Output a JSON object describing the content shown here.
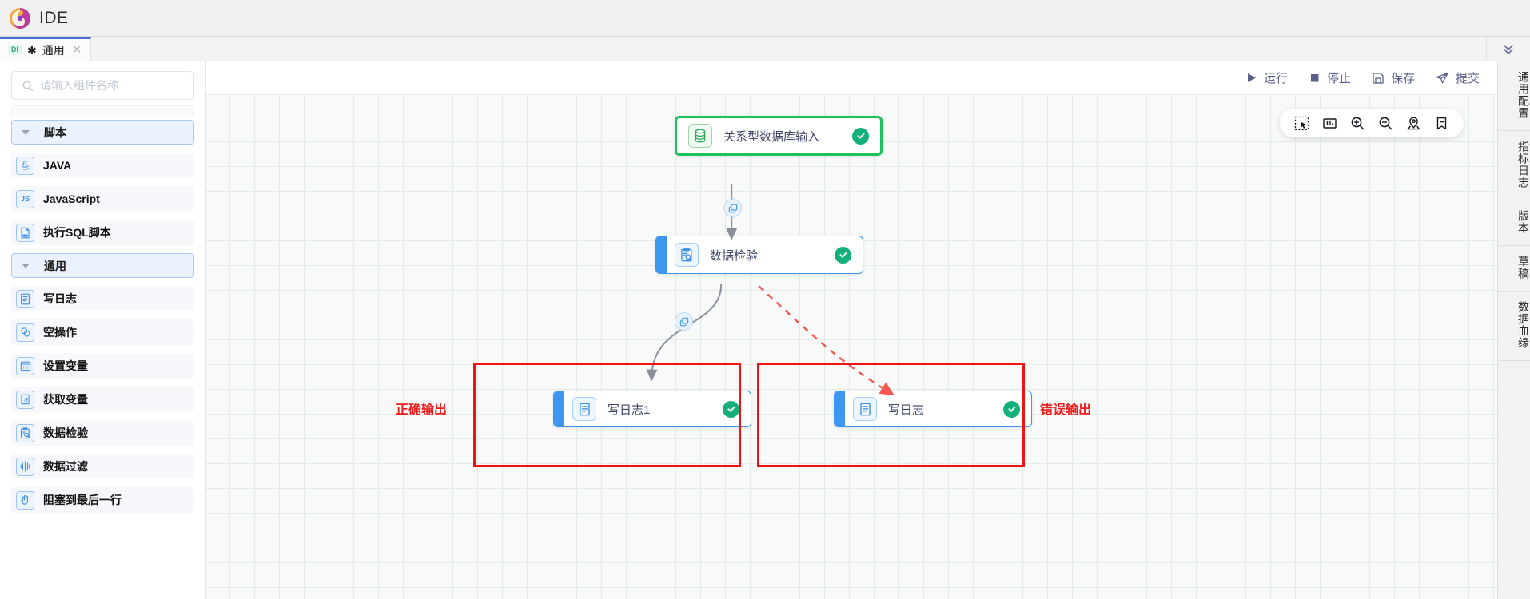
{
  "window": {
    "app_title": "IDE",
    "logo_icon": "swirl-logo-icon"
  },
  "tabbar": {
    "tabs": [
      {
        "badge": "DI",
        "modified_marker": "✱",
        "label": "通用",
        "close_icon": "close-icon"
      }
    ],
    "collapse_icon": "chevron-double-down-icon"
  },
  "sidebar": {
    "search": {
      "placeholder": "请输入组件名称",
      "value": "",
      "icon": "search-icon"
    },
    "groups": [
      {
        "title": "脚本",
        "expanded": true,
        "items": [
          {
            "label": "JAVA",
            "icon": "java-icon"
          },
          {
            "label": "JavaScript",
            "icon": "js-icon"
          },
          {
            "label": "执行SQL脚本",
            "icon": "sql-file-icon"
          }
        ]
      },
      {
        "title": "通用",
        "expanded": true,
        "items": [
          {
            "label": "写日志",
            "icon": "log-document-icon"
          },
          {
            "label": "空操作",
            "icon": "circles-icon"
          },
          {
            "label": "设置变量",
            "icon": "set-variable-icon"
          },
          {
            "label": "获取变量",
            "icon": "get-variable-icon"
          },
          {
            "label": "数据检验",
            "icon": "data-check-icon"
          },
          {
            "label": "数据过滤",
            "icon": "data-filter-icon"
          },
          {
            "label": "阻塞到最后一行",
            "icon": "block-hand-icon"
          }
        ]
      }
    ],
    "collapse_handle_icon": "chevron-left-icon"
  },
  "actionbar": {
    "buttons": [
      {
        "label": "运行",
        "icon": "play-icon"
      },
      {
        "label": "停止",
        "icon": "stop-icon"
      },
      {
        "label": "保存",
        "icon": "save-icon"
      },
      {
        "label": "提交",
        "icon": "send-icon"
      }
    ]
  },
  "canvas_toolbar": {
    "buttons": [
      {
        "icon": "marquee-select-icon",
        "name": "select-tool"
      },
      {
        "icon": "fit-view-icon",
        "name": "fit-view-tool"
      },
      {
        "icon": "zoom-in-icon",
        "name": "zoom-in-tool"
      },
      {
        "icon": "zoom-out-icon",
        "name": "zoom-out-tool"
      },
      {
        "icon": "locate-icon",
        "name": "locate-tool"
      },
      {
        "icon": "bookmark-icon",
        "name": "bookmark-tool"
      }
    ]
  },
  "canvas": {
    "nodes": [
      {
        "id": "n1",
        "title": "关系型数据库输入",
        "icon": "database-icon",
        "accent": "green",
        "status": "success",
        "status_icon": "check-circle-icon"
      },
      {
        "id": "n2",
        "title": "数据检验",
        "icon": "data-check-icon",
        "accent": "blue",
        "status": "success",
        "status_icon": "check-circle-icon"
      },
      {
        "id": "n3",
        "title": "写日志1",
        "icon": "log-document-icon",
        "accent": "blue",
        "status": "success",
        "status_icon": "check-circle-icon"
      },
      {
        "id": "n4",
        "title": "写日志",
        "icon": "log-document-icon",
        "accent": "blue",
        "status": "success",
        "status_icon": "check-circle-icon"
      }
    ],
    "edge_badges": [
      {
        "id": "e1",
        "icon": "copy-link-icon"
      },
      {
        "id": "e2",
        "icon": "copy-link-icon"
      }
    ],
    "annotations": [
      {
        "id": "a1",
        "label": "正确输出",
        "color": "#ef1c1c"
      },
      {
        "id": "a2",
        "label": "错误输出",
        "color": "#ef1c1c"
      }
    ],
    "colors": {
      "accent_green": "#1ec25b",
      "accent_blue": "#3d96f0",
      "status_green": "#14b07a",
      "highlight_red": "#ef1414",
      "error_edge": "#f4584f",
      "normal_edge": "#8a8f99",
      "grid": "#e4eaea"
    }
  },
  "rightrail": {
    "items": [
      {
        "label": "通用配置"
      },
      {
        "label": "指标日志"
      },
      {
        "label": "版本"
      },
      {
        "label": "草稿"
      },
      {
        "label": "数据血缘"
      }
    ]
  }
}
